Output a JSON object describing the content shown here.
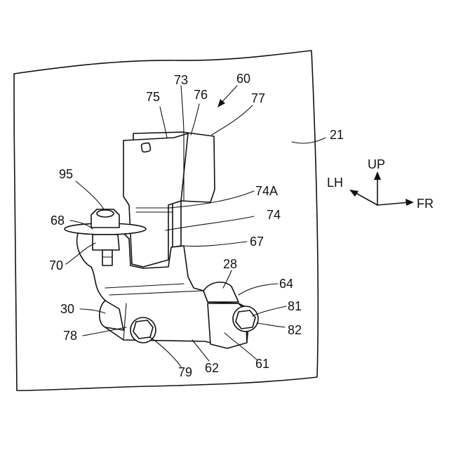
{
  "labels": {
    "l60": "60",
    "l73": "73",
    "l75": "75",
    "l76": "76",
    "l77": "77",
    "l21": "21",
    "l95": "95",
    "l74A": "74A",
    "l74": "74",
    "l68": "68",
    "l67": "67",
    "l70": "70",
    "l28": "28",
    "l64": "64",
    "l30": "30",
    "l81": "81",
    "l78": "78",
    "l82": "82",
    "l79": "79",
    "l62": "62",
    "l61": "61"
  },
  "axes": {
    "up": "UP",
    "lh": "LH",
    "fr": "FR"
  }
}
